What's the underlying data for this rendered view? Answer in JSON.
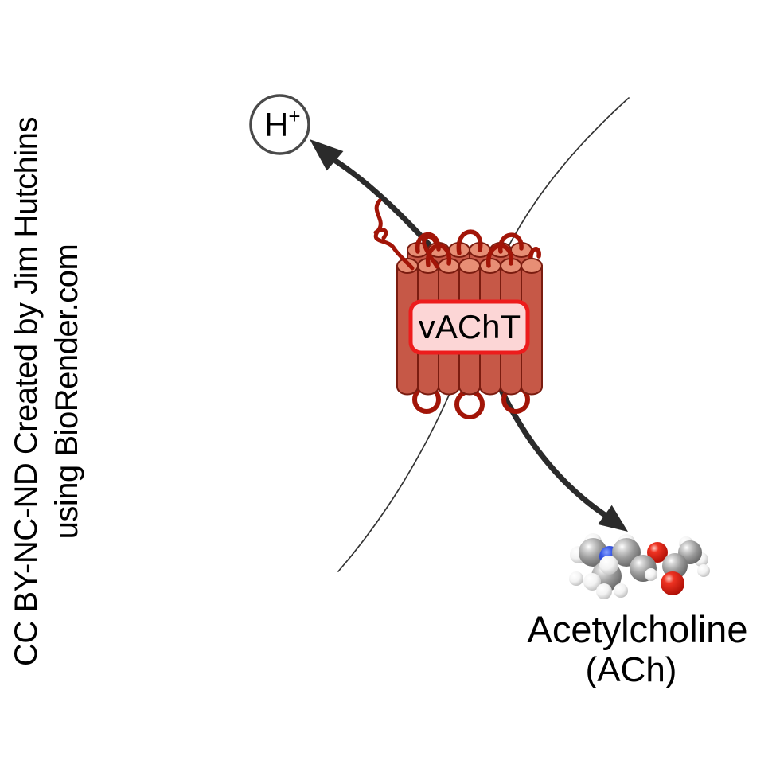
{
  "diagram": {
    "credit_line1": "CC BY-NC-ND Created by Jim Hutchins",
    "credit_line2": "using BioRender.com",
    "transporter_label": "vAChT",
    "proton_symbol": "H",
    "proton_charge": "+",
    "molecule_label_line1": "Acetylcholine",
    "molecule_label_line2": "(ACh)"
  },
  "colors": {
    "background": "#ffffff",
    "helix_body": "#c65847",
    "helix_cap": "#e78e75",
    "helix_outline": "#7a1c10",
    "loop_red": "#a21508",
    "label_fill": "#fcd6d6",
    "label_border": "#ed1c1c",
    "arrow": "#2b2b2b",
    "membrane": "#333333",
    "proton_circle_stroke": "#4a4a4a",
    "proton_circle_fill": "#ffffff",
    "text": "#000000",
    "carbon_gray": "#9a9a9a",
    "hydrogen_white": "#f2f2f2",
    "oxygen_red": "#d6150b",
    "nitrogen_blue": "#2d4ddb"
  }
}
